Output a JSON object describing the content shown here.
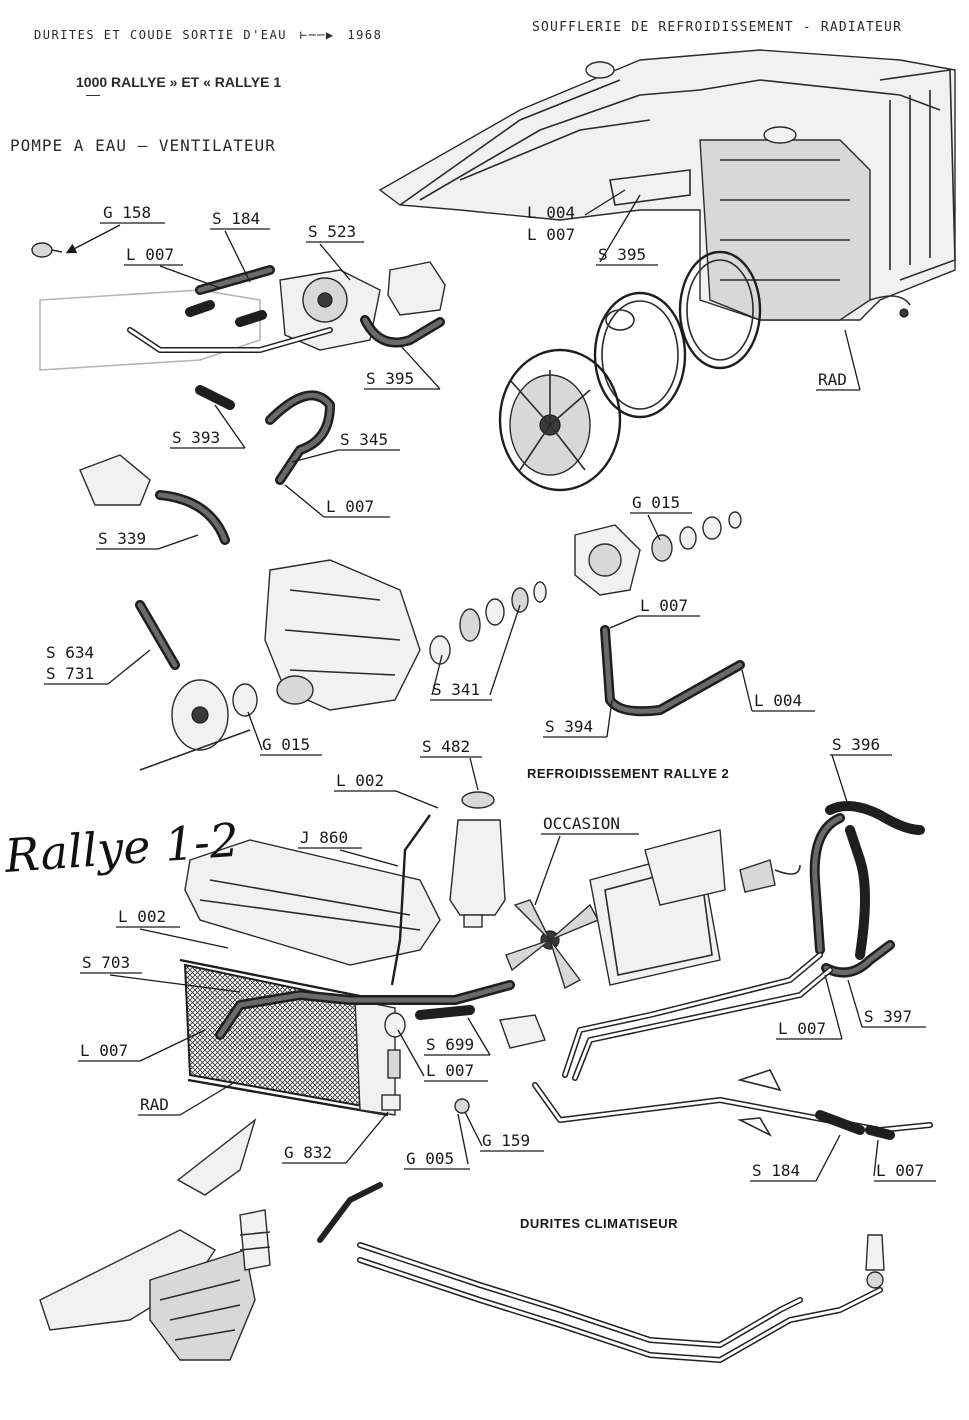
{
  "header": {
    "top_left": "DURITES ET COUDE SORTIE D'EAU",
    "top_left_year": "1968",
    "top_right": "SOUFFLERIE DE REFROIDISSEMENT - RADIATEUR",
    "model": "1000 RALLYE » ET « RALLYE 1",
    "subtitle": "POMPE A EAU — VENTILATEUR"
  },
  "handwritten_note": "Rallye 1-2",
  "sections": {
    "rallye2": "REFROIDISSEMENT   RALLYE 2",
    "climatiseur": "DURITES CLIMATISEUR"
  },
  "callouts": {
    "g158": "G 158",
    "s184_top": "S 184",
    "s523": "S 523",
    "l007_a": "L 007",
    "s395_a": "S 395",
    "s393": "S 393",
    "s345": "S 345",
    "l007_b": "L 007",
    "s339": "S 339",
    "l004_top": "L 004",
    "l007_top": "L 007",
    "s395_b": "S 395",
    "rad_top": "RAD",
    "g015_a": "G 015",
    "l007_c": "L 007",
    "l004_b": "L 004",
    "s394": "S 394",
    "s341": "S 341",
    "s634": "S 634",
    "s731": "S 731",
    "g015_b": "G 015",
    "s482": "S 482",
    "l002_a": "L 002",
    "occasion": "OCCASION",
    "j860": "J 860",
    "l002_b": "L 002",
    "s703": "S 703",
    "l007_d": "L 007",
    "rad_bottom": "RAD",
    "s699": "S 699",
    "l007_e": "L 007",
    "g159": "G 159",
    "g005": "G 005",
    "g832": "G 832",
    "s396": "S 396",
    "l007_f": "L 007",
    "s397": "S 397",
    "s184_b": "S 184",
    "l007_g": "L 007"
  }
}
